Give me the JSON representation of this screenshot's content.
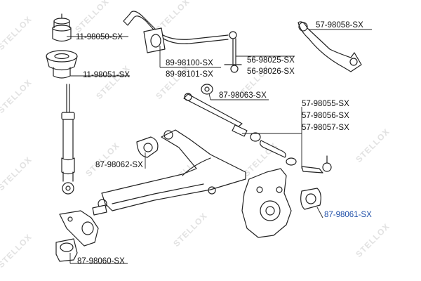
{
  "watermark": "STELLOX",
  "colors": {
    "line": "#222222",
    "highlight": "#1f4fa8",
    "watermark": "#e2e2e2"
  },
  "parts": [
    {
      "id": "11-98050",
      "label": "11-98050-SX"
    },
    {
      "id": "11-98051",
      "label": "11-98051-SX"
    },
    {
      "id": "89-98100",
      "label": "89-98100-SX"
    },
    {
      "id": "89-98101",
      "label": "89-98101-SX"
    },
    {
      "id": "56-98025",
      "label": "56-98025-SX"
    },
    {
      "id": "56-98026",
      "label": "56-98026-SX"
    },
    {
      "id": "57-98058",
      "label": "57-98058-SX"
    },
    {
      "id": "87-98063",
      "label": "87-98063-SX"
    },
    {
      "id": "57-98055",
      "label": "57-98055-SX"
    },
    {
      "id": "57-98056",
      "label": "57-98056-SX"
    },
    {
      "id": "57-98057",
      "label": "57-98057-SX"
    },
    {
      "id": "87-98062",
      "label": "87-98062-SX"
    },
    {
      "id": "87-98061",
      "label": "87-98061-SX",
      "highlighted": true
    },
    {
      "id": "87-98060",
      "label": "87-98060-SX"
    }
  ]
}
